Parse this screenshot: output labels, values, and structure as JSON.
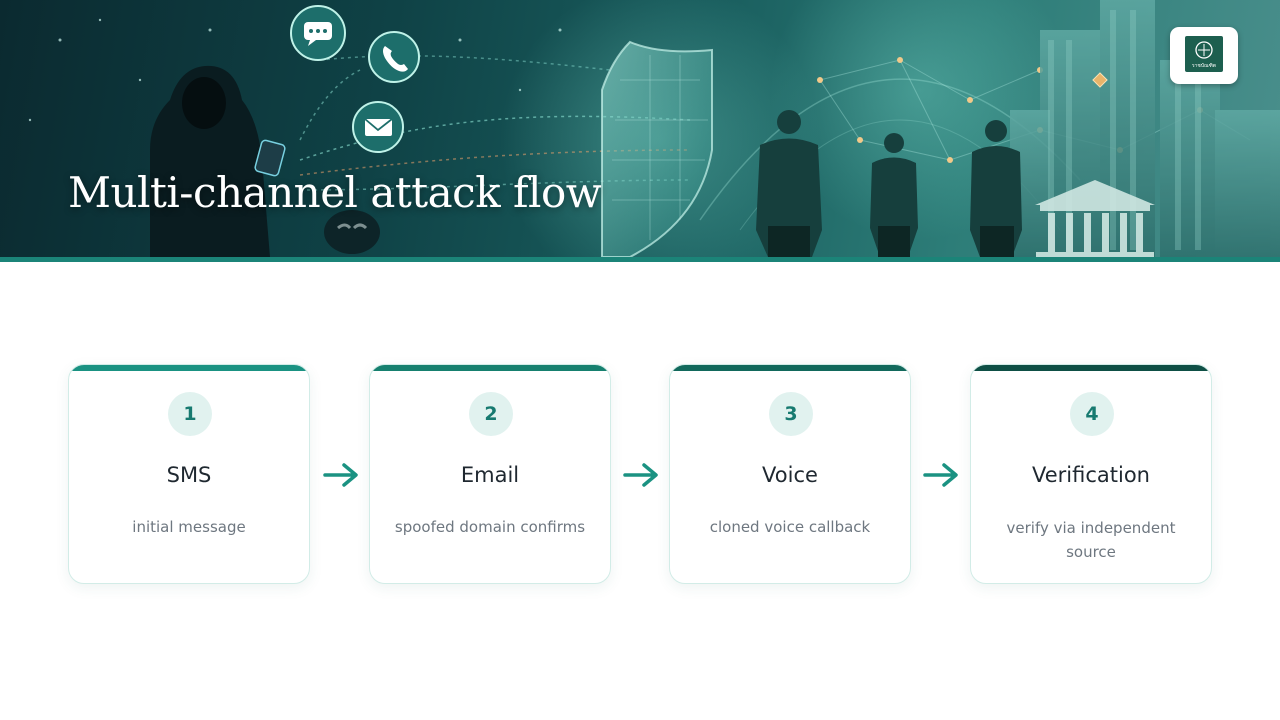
{
  "header": {
    "title": "Multi-channel attack flow",
    "logo": {
      "icon": "organization-logo-icon",
      "text": "ราชบัณฑิต"
    }
  },
  "flow": {
    "steps": [
      {
        "number": "1",
        "title": "SMS",
        "description": "initial message",
        "bar_color": "#1a9282"
      },
      {
        "number": "2",
        "title": "Email",
        "description": "spoofed domain confirms",
        "bar_color": "#16806f"
      },
      {
        "number": "3",
        "title": "Voice",
        "description": "cloned voice callback",
        "bar_color": "#12695c"
      },
      {
        "number": "4",
        "title": "Verification",
        "description": "verify via independent source",
        "bar_color": "#0e4f45"
      }
    ],
    "connector_icon": "arrow-right-icon",
    "connector_color": "#1b9282"
  },
  "colors": {
    "accent": "#1b8478",
    "badge_bg": "#e1f2ef",
    "badge_text": "#177a70",
    "card_border": "#d2ece7"
  }
}
